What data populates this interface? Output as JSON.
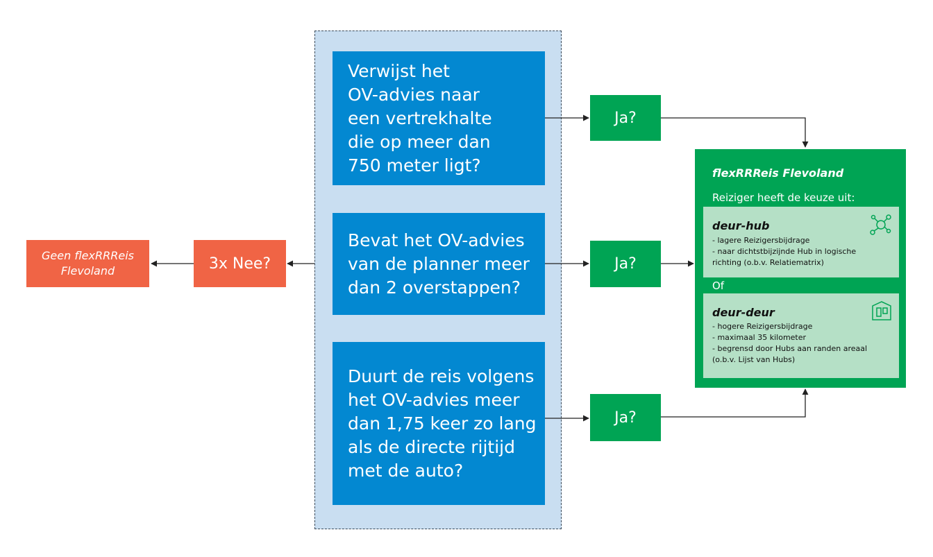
{
  "questions": [
    {
      "text": "Verwijst het\nOV-advies naar\neen vertrekhalte\ndie op meer dan\n750 meter ligt?"
    },
    {
      "text": "Bevat het OV-advies\nvan de planner meer\ndan 2 overstappen?"
    },
    {
      "text": "Duurt de reis volgens\nhet OV-advies meer\ndan 1,75 keer zo lang\nals de directe rijtijd\nmet de auto?"
    }
  ],
  "yes_label": "Ja?",
  "no_label": "3x Nee?",
  "no_result": "Geen flexRRReis\nFlevoland",
  "result": {
    "title": "flexRRReis Flevoland",
    "subtitle": "Reiziger heeft de keuze uit:",
    "separator": "Of",
    "options": [
      {
        "title": "deur-hub",
        "items": "- lagere Reizigersbijdrage\n- naar dichtstbijzijnde Hub in logische\nrichting (o.b.v. Relatiematrix)",
        "icon": "network-icon"
      },
      {
        "title": "deur-deur",
        "items": "- hogere Reizigersbijdrage\n- maximaal 35 kilometer\n- begrensd door Hubs aan randen areaal\n(o.b.v. Lijst van Hubs)",
        "icon": "building-door-icon"
      }
    ]
  },
  "colors": {
    "question_blue": "#0388d1",
    "panel_blue": "#c9def1",
    "yes_green": "#00a454",
    "option_green": "#b5e0c6",
    "no_red": "#f06445"
  }
}
